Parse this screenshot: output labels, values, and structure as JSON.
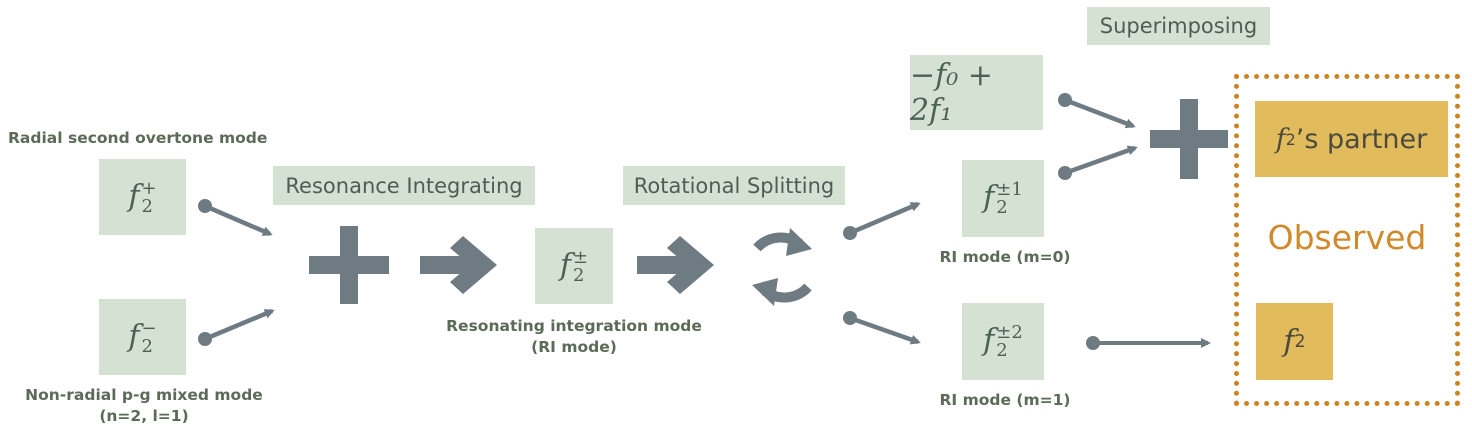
{
  "modes": {
    "f2_plus": {
      "base": "f",
      "sub": "2",
      "sup": "+"
    },
    "f2_minus": {
      "base": "f",
      "sub": "2",
      "sup": "−"
    },
    "f2_pm": {
      "base": "f",
      "sub": "2",
      "sup": "±"
    },
    "f2_pm1": {
      "base": "f",
      "sub": "2",
      "sup": "±1"
    },
    "f2_pm2": {
      "base": "f",
      "sub": "2",
      "sup": "±2"
    },
    "combo": "−f₀ + 2f₁"
  },
  "labels": {
    "radial": "Radial second overtone mode",
    "nonradial_line1": "Non-radial p-g mixed mode",
    "nonradial_line2": "(n=2, l=1)",
    "ri_line1": "Resonating integration mode",
    "ri_line2": "(RI mode)",
    "ri_m0": "RI mode (m=0)",
    "ri_m1": "RI mode (m=1)"
  },
  "stages": {
    "resonance": "Resonance Integrating",
    "rotational": "Rotational Splitting",
    "superimposing": "Superimposing"
  },
  "observed": {
    "title": "Observed",
    "partner_suffix": "’s partner",
    "f2": {
      "base": "f",
      "sub": "2"
    }
  },
  "colors": {
    "box_fill": "#d5e2d3",
    "arrow": "#6e7b82",
    "gold": "#e2bc5c",
    "observed_border": "#cc8421"
  }
}
